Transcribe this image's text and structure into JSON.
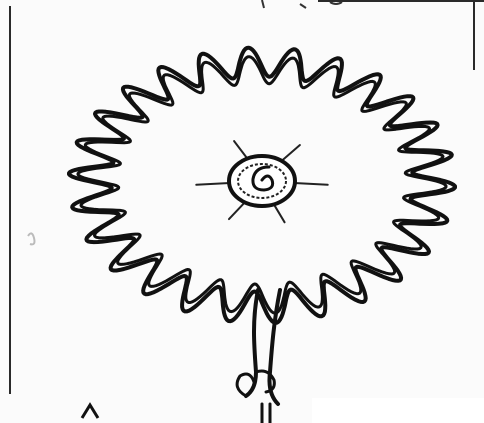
{
  "diagram": {
    "subject": "wavy-ring-drawing",
    "stroke_color": "#111111",
    "fill_color": "#ffffff",
    "ring_wave_count": 26,
    "center_spoke_count": 6
  }
}
